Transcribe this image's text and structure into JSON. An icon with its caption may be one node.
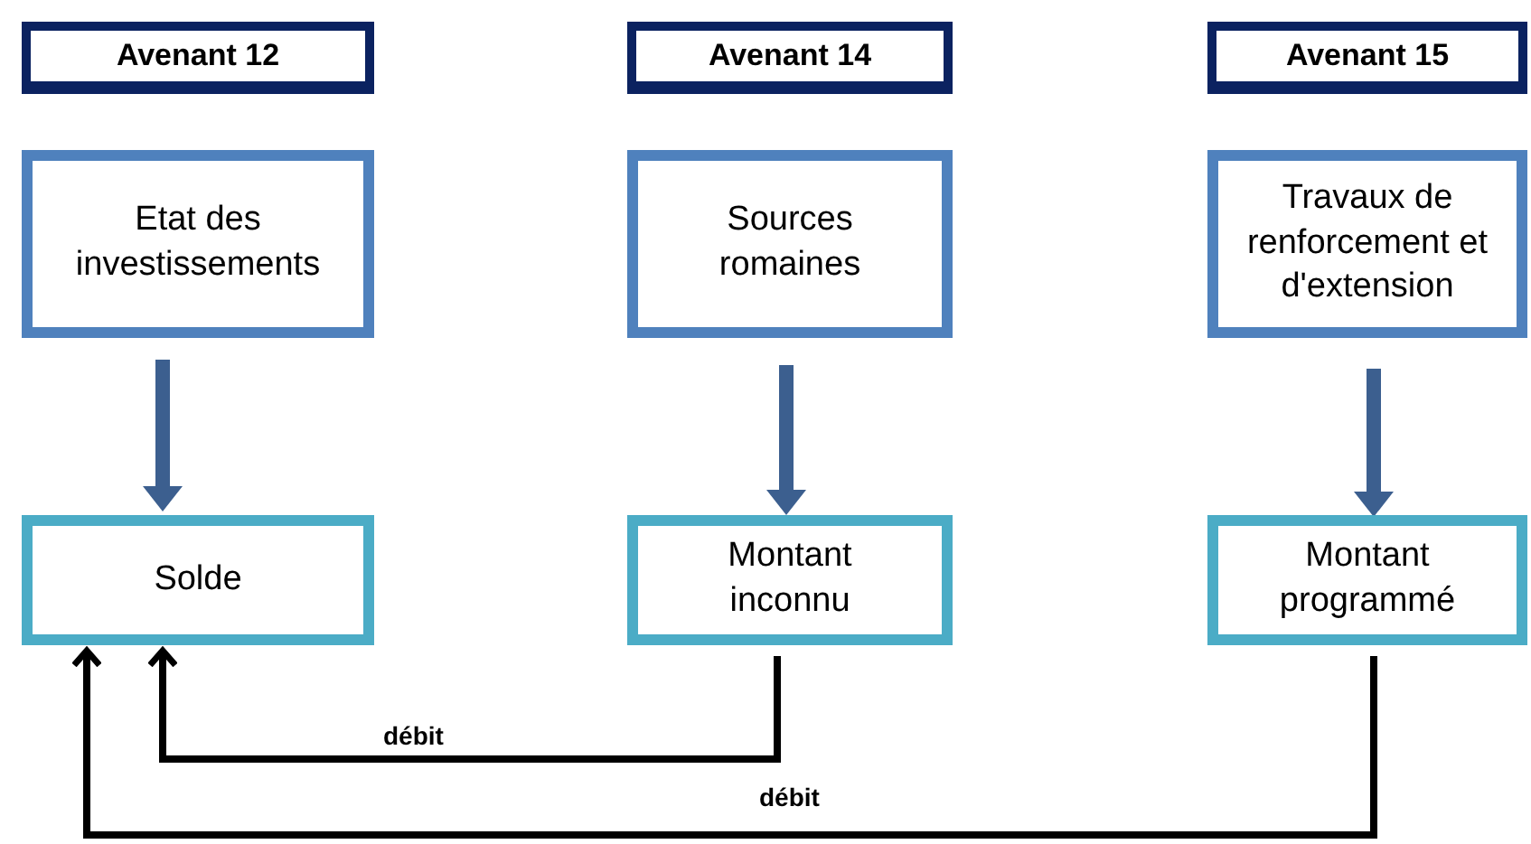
{
  "diagram": {
    "nodes": [
      {
        "text": [
          "Avenant 12"
        ]
      },
      {
        "text": [
          "Avenant 14"
        ]
      },
      {
        "text": [
          "Avenant 15"
        ]
      },
      {
        "text": [
          "Etat des investissements"
        ]
      },
      {
        "text": [
          "Sources romaines"
        ]
      },
      {
        "text": [
          "Travaux de renforcement et d'extension"
        ]
      },
      {
        "text": [
          "Solde"
        ]
      },
      {
        "text": [
          "Montant inconnu"
        ]
      },
      {
        "text": [
          "Montant programmé"
        ]
      }
    ],
    "edges": [
      {
        "from": 3,
        "to": 6,
        "arrow": "to"
      },
      {
        "from": 4,
        "to": 7,
        "arrow": "to"
      },
      {
        "from": 5,
        "to": 8,
        "arrow": "to"
      },
      {
        "from": 7,
        "to": 6,
        "arrow": "to",
        "label": "débit",
        "color": "#000000"
      },
      {
        "from": 8,
        "to": 6,
        "arrow": "to",
        "label": "débit",
        "color": "#000000"
      }
    ]
  }
}
